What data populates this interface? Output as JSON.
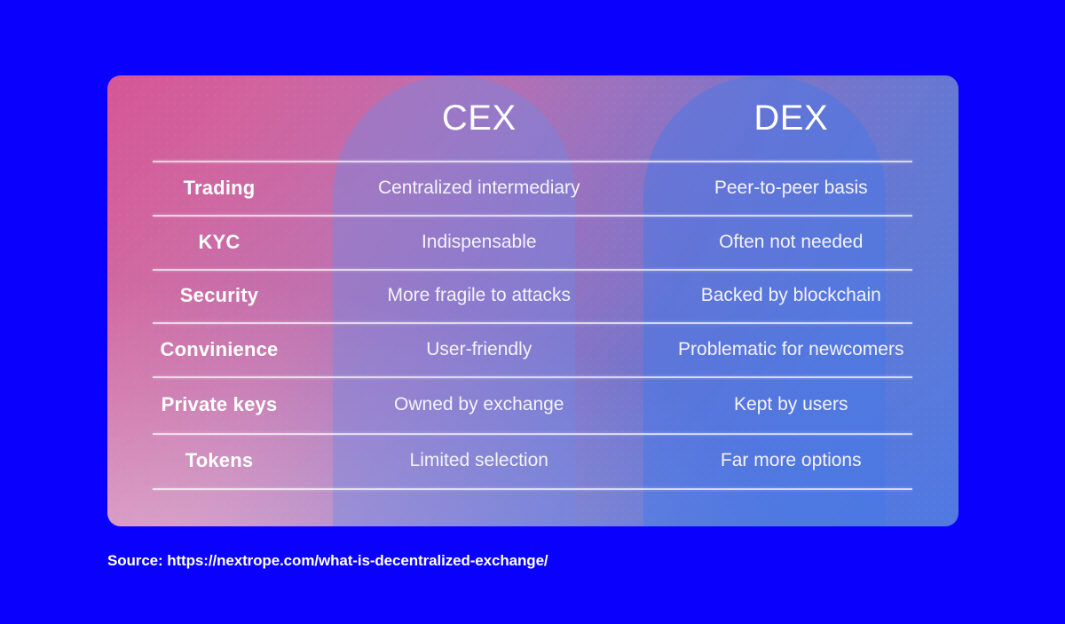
{
  "page": {
    "background_color": "#0a00fe"
  },
  "card": {
    "gradient_start_color": "#d45d9c",
    "gradient_mid_color": "#9a72bf",
    "gradient_end_color": "#5a7ade",
    "pill_cex_color": "#7189e4",
    "pill_dex_color": "#4678e7",
    "divider_color": "#ffffff"
  },
  "table": {
    "headers": {
      "feature": "",
      "cex": "CEX",
      "dex": "DEX"
    },
    "rows": [
      {
        "feature": "Trading",
        "cex": "Centralized intermediary",
        "dex": "Peer-to-peer basis"
      },
      {
        "feature": "KYC",
        "cex": "Indispensable",
        "dex": "Often not needed"
      },
      {
        "feature": "Security",
        "cex": "More fragile to attacks",
        "dex": "Backed by blockchain"
      },
      {
        "feature": "Convinience",
        "cex": "User-friendly",
        "dex": "Problematic for newcomers"
      },
      {
        "feature": "Private keys",
        "cex": "Owned by exchange",
        "dex": "Kept by users"
      },
      {
        "feature": "Tokens",
        "cex": "Limited selection",
        "dex": "Far more options"
      }
    ]
  },
  "footer": {
    "source_text": "Source: https://nextrope.com/what-is-decentralized-exchange/"
  }
}
